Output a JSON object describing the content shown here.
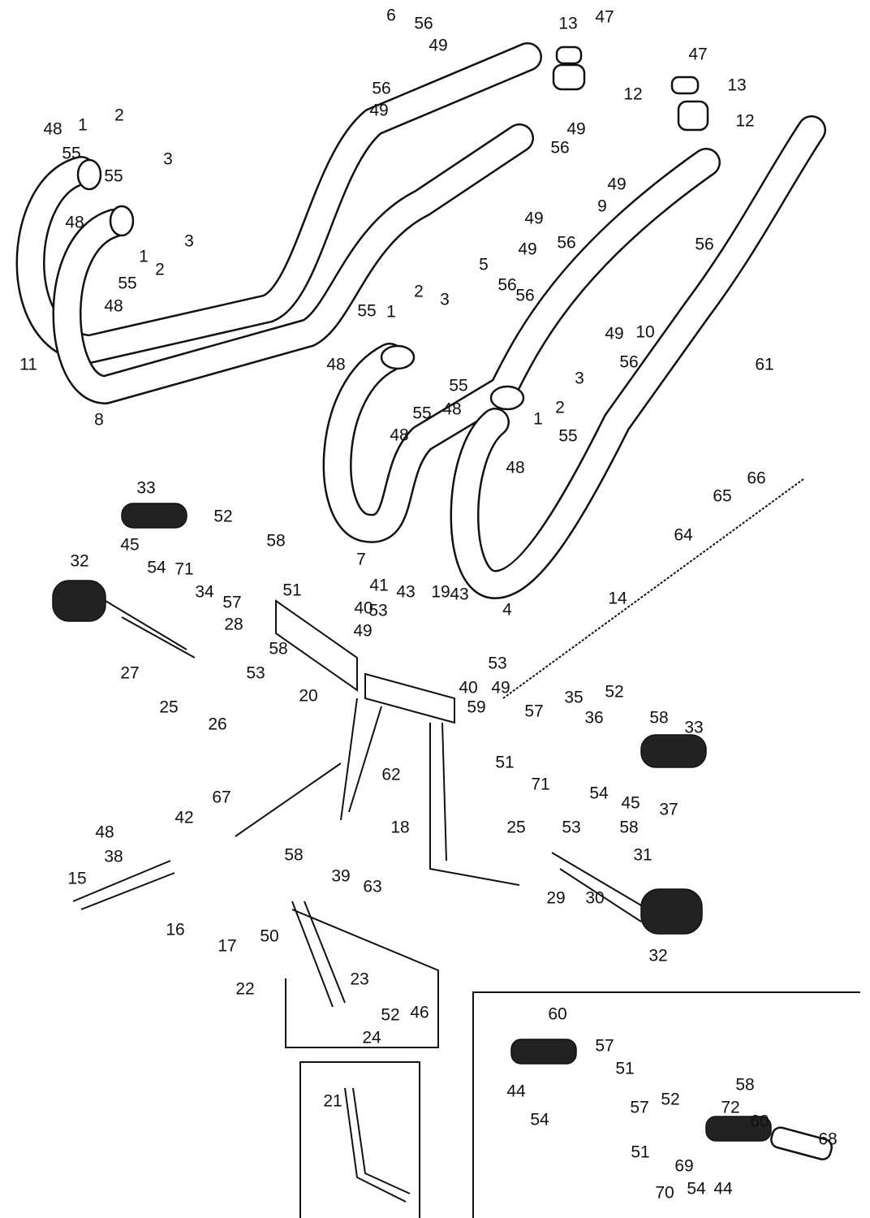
{
  "diagram": {
    "type": "exploded parts diagram",
    "callouts": [
      "6",
      "56",
      "49",
      "56",
      "49",
      "13",
      "47",
      "12",
      "47",
      "13",
      "12",
      "48",
      "1",
      "2",
      "3",
      "55",
      "55",
      "48",
      "3",
      "1",
      "2",
      "55",
      "48",
      "11",
      "8",
      "49",
      "56",
      "49",
      "5",
      "56",
      "49",
      "9",
      "56",
      "49",
      "56",
      "56",
      "49",
      "10",
      "56",
      "61",
      "2",
      "3",
      "1",
      "55",
      "48",
      "55",
      "48",
      "3",
      "55",
      "48",
      "2",
      "1",
      "55",
      "48",
      "7",
      "4",
      "33",
      "52",
      "58",
      "45",
      "54",
      "71",
      "34",
      "57",
      "51",
      "32",
      "27",
      "25",
      "26",
      "28",
      "58",
      "53",
      "20",
      "41",
      "40",
      "49",
      "43",
      "53",
      "19",
      "43",
      "53",
      "40",
      "49",
      "59",
      "14",
      "64",
      "65",
      "66",
      "62",
      "35",
      "52",
      "58",
      "36",
      "57",
      "33",
      "51",
      "71",
      "54",
      "45",
      "37",
      "53",
      "58",
      "25",
      "31",
      "29",
      "30",
      "32",
      "18",
      "67",
      "42",
      "48",
      "38",
      "58",
      "15",
      "16",
      "17",
      "50",
      "39",
      "63",
      "23",
      "22",
      "52",
      "46",
      "24",
      "21",
      "60",
      "57",
      "51",
      "44",
      "54",
      "52",
      "58",
      "72",
      "60",
      "57",
      "51",
      "68",
      "69",
      "70",
      "54",
      "44"
    ]
  }
}
